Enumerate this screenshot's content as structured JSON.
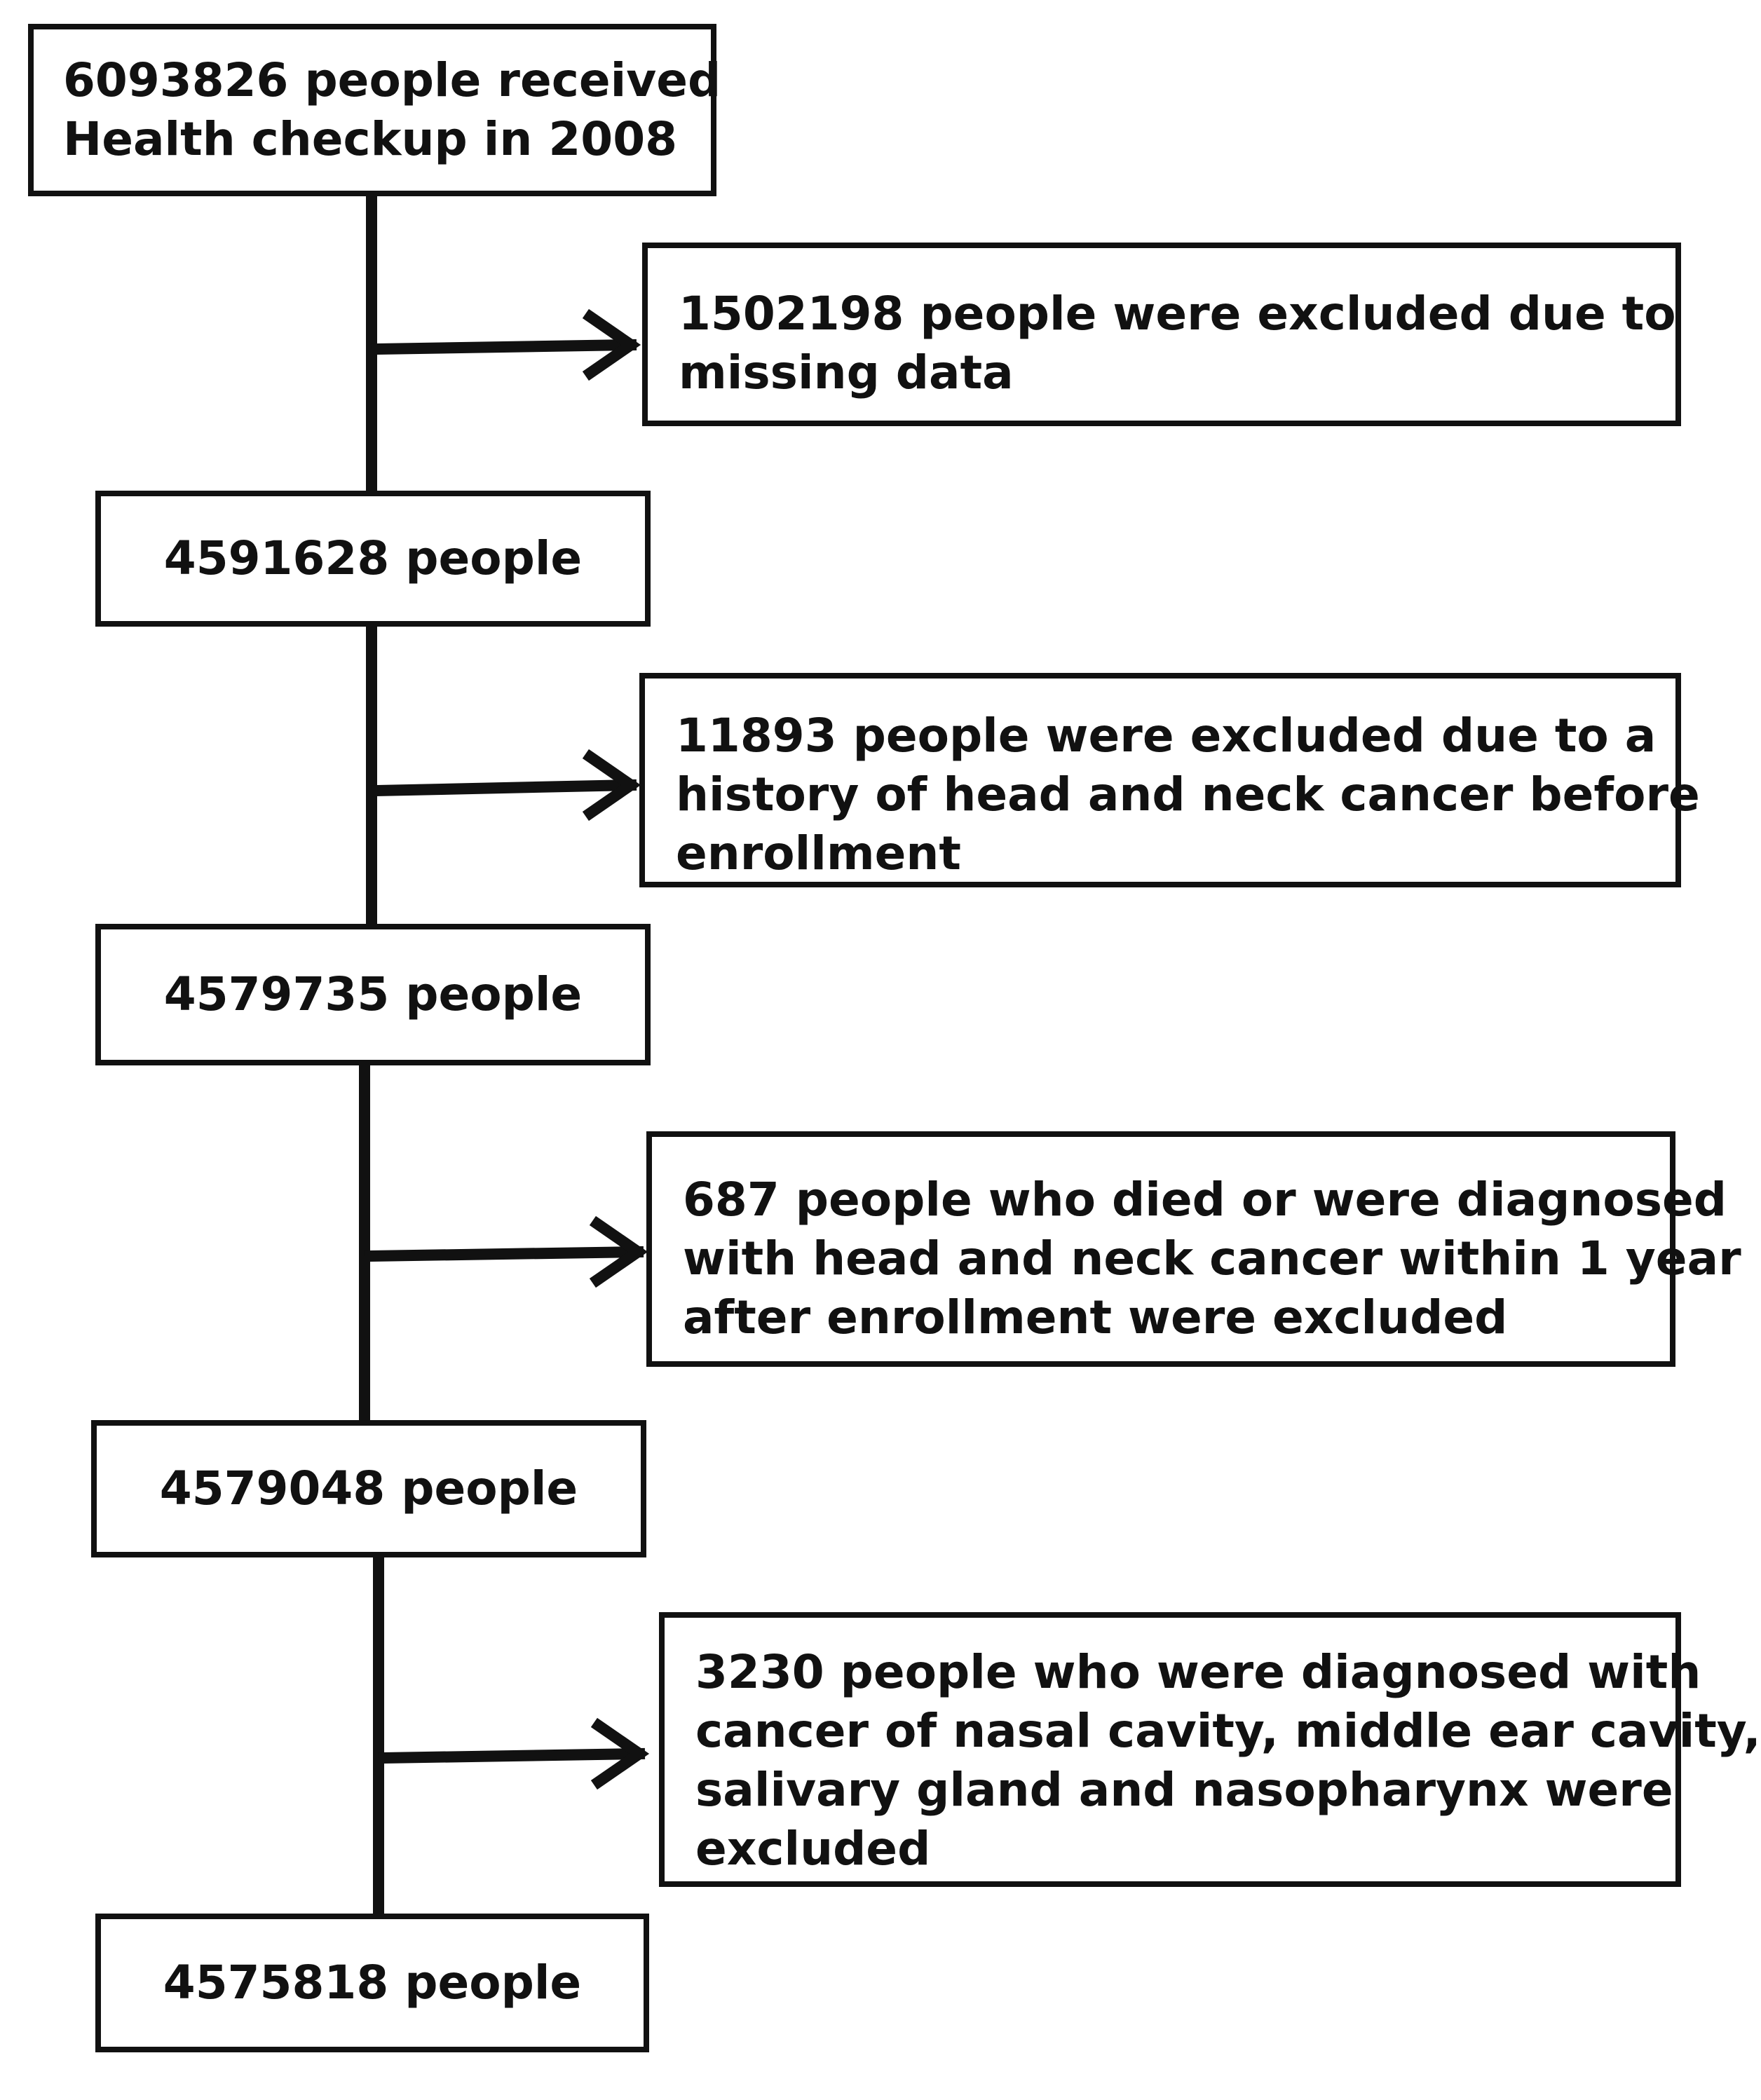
{
  "steps": [
    {
      "lines": [
        "6093826 people received",
        "Health checkup in 2008"
      ]
    },
    {
      "text": "4591628 people"
    },
    {
      "text": "4579735 people"
    },
    {
      "text": "4579048 people"
    },
    {
      "text": "4575818 people"
    }
  ],
  "exclusions": [
    {
      "lines": [
        "1502198 people were excluded due to",
        "missing data"
      ]
    },
    {
      "lines": [
        "11893 people were excluded due to a",
        "history of head and neck cancer before",
        "enrollment"
      ]
    },
    {
      "lines": [
        "687 people who died or were diagnosed",
        "with head and neck cancer within 1 year",
        "after enrollment were excluded"
      ]
    },
    {
      "lines": [
        "3230 people who were diagnosed with",
        "cancer of nasal cavity, middle ear cavity,",
        "salivary gland and nasopharynx were",
        "excluded"
      ]
    }
  ],
  "colors": {
    "stroke": "#111111",
    "background": "#ffffff"
  },
  "icons": {
    "connector_arrow": "right-arrow-icon"
  }
}
